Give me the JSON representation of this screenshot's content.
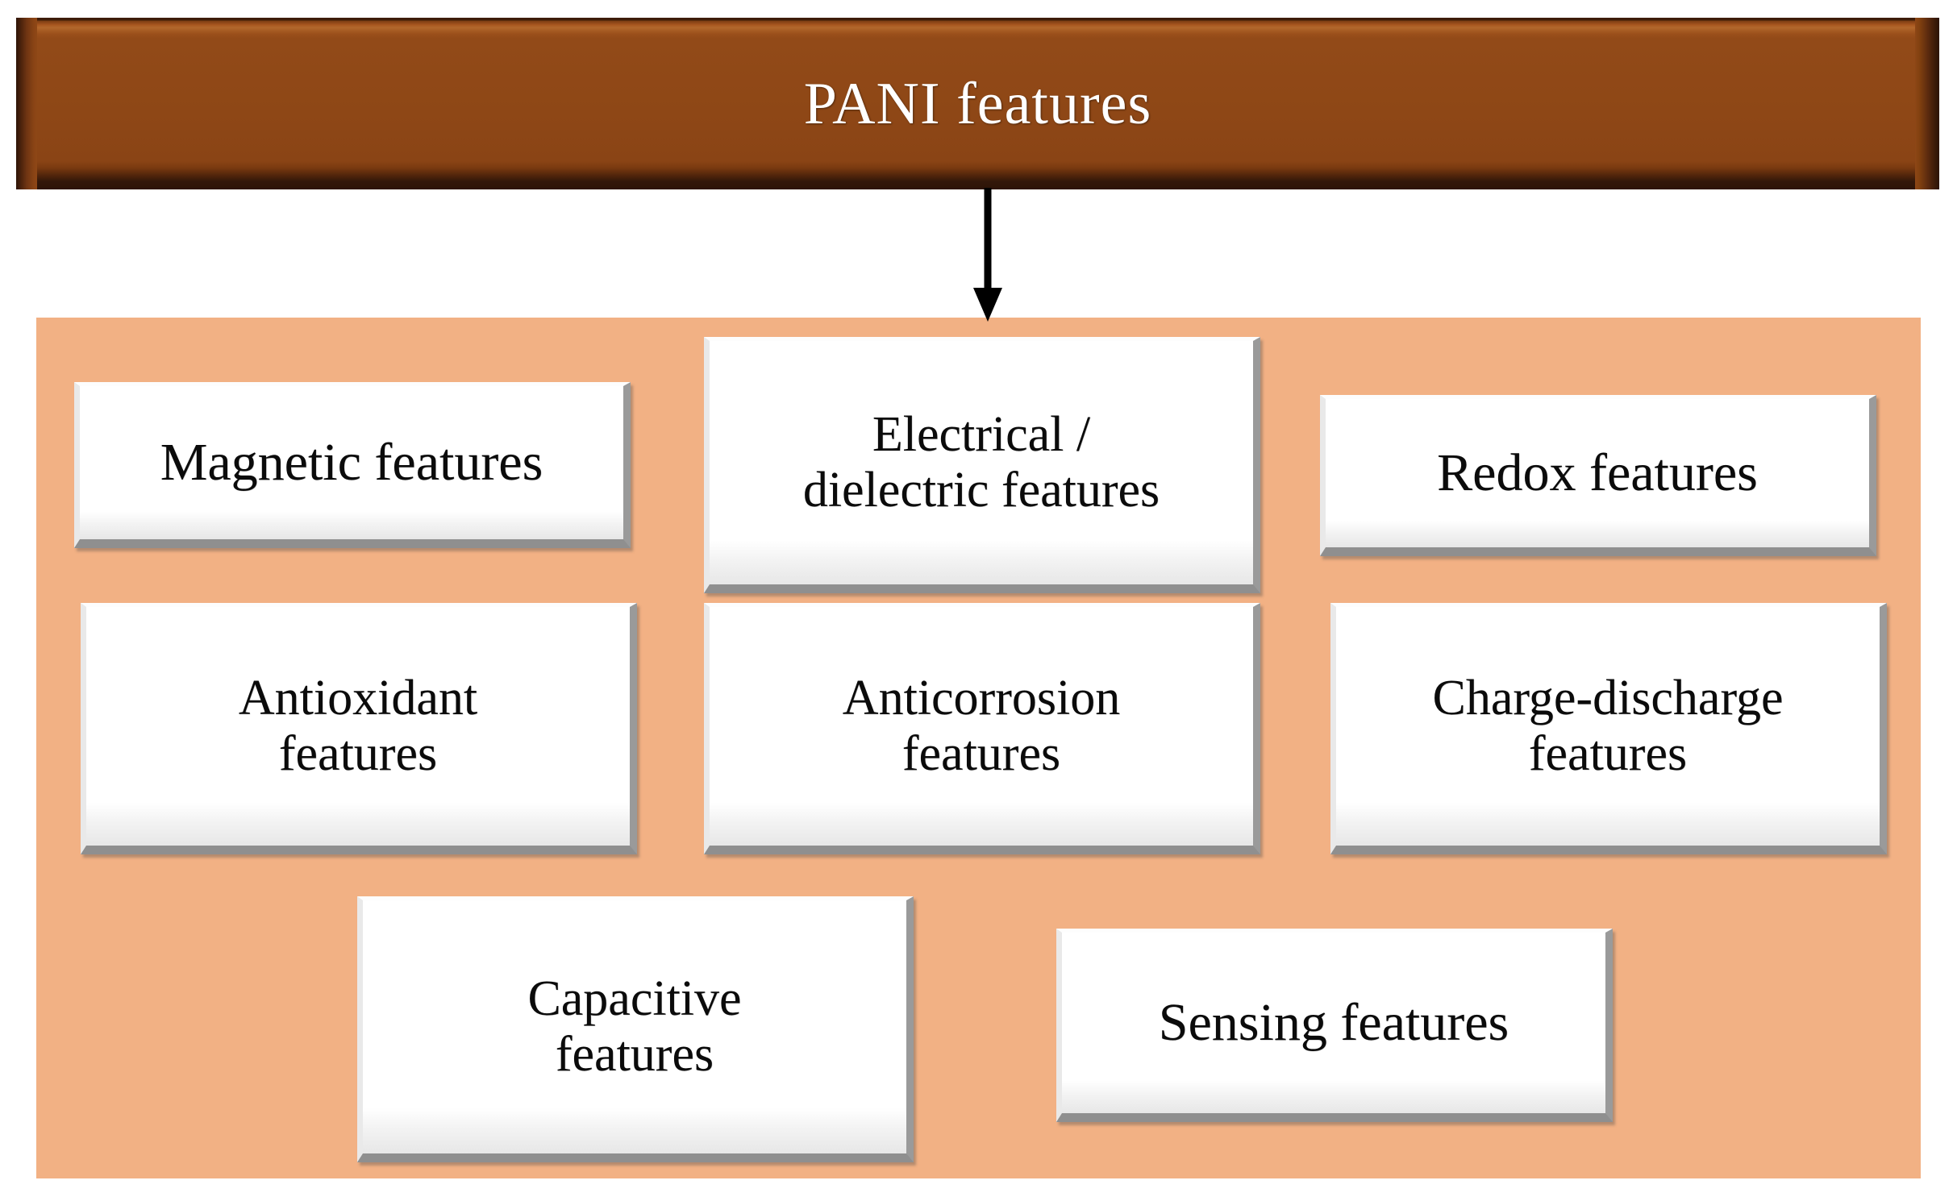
{
  "diagram": {
    "title": "PANI features",
    "colors": {
      "header_brown": "#8e4716",
      "header_bevel_dark": "#2e1407",
      "panel_peach": "#F2B184",
      "box_white": "#ffffff",
      "box_shadow_gray": "#8f8f8f",
      "arrow_black": "#000000",
      "title_text": "#ffffff",
      "box_text": "#0b0b0b"
    },
    "connector": {
      "name": "down-arrow",
      "from": "PANI features",
      "to": "features-panel"
    },
    "rows": [
      {
        "row_name": "row-1",
        "boxes": [
          {
            "id": "magnetic",
            "label": "Magnetic features"
          },
          {
            "id": "electrical",
            "label": "Electrical /\ndielectric features"
          },
          {
            "id": "redox",
            "label": "Redox features"
          }
        ]
      },
      {
        "row_name": "row-2",
        "boxes": [
          {
            "id": "antioxidant",
            "label": "Antioxidant\nfeatures"
          },
          {
            "id": "anticorrosion",
            "label": "Anticorrosion\nfeatures"
          },
          {
            "id": "charge",
            "label": "Charge-discharge\nfeatures"
          }
        ]
      },
      {
        "row_name": "row-3",
        "boxes": [
          {
            "id": "capacitive",
            "label": "Capacitive\nfeatures"
          },
          {
            "id": "sensing",
            "label": "Sensing  features"
          }
        ]
      }
    ]
  }
}
